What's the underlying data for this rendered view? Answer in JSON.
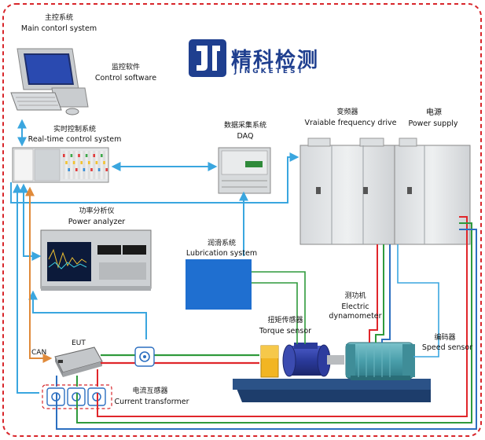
{
  "brand": {
    "name_cn": "精科检测",
    "name_en": "JINGKETEST",
    "color": "#1f3f8f"
  },
  "labels": {
    "main_control_cn": "主控系统",
    "main_control_en": "Main contorl  system",
    "monitor_cn": "监控软件",
    "monitor_en": "Control software",
    "rtc_cn": "实时控制系统",
    "rtc_en": "Real-time control system",
    "daq_cn": "数据采集系统",
    "daq_en": "DAQ",
    "vfd_cn": "变频器",
    "vfd_en": "Vraiable frequency drive",
    "ps_cn": "电源",
    "ps_en": "Power supply",
    "pa_cn": "功率分析仪",
    "pa_en": "Power analyzer",
    "lube_cn": "润滑系统",
    "lube_en": "Lubrication system",
    "dyno_cn": "测功机",
    "dyno_en1": "Electric",
    "dyno_en2": "dynamometer",
    "torque_cn": "扭矩传感器",
    "torque_en": "Torque sensor",
    "encoder_cn": "编码器",
    "encoder_en": "Speed sensor",
    "can": "CAN",
    "eut": "EUT",
    "ct_cn": "电流互感器",
    "ct_en": "Current transformer"
  },
  "colors": {
    "border": "#d8262b",
    "link_blue": "#3aa6df",
    "wire_red": "#e0262b",
    "wire_green": "#2f9a3c",
    "wire_blue": "#2c6fc0",
    "wire_orange": "#e08a3a",
    "lube": "#1f6fd0",
    "cabinet": "#e3e5e7",
    "motor": "#4fa8b3",
    "sensor": "#2a3a9a",
    "base": "#1d3d6b"
  }
}
